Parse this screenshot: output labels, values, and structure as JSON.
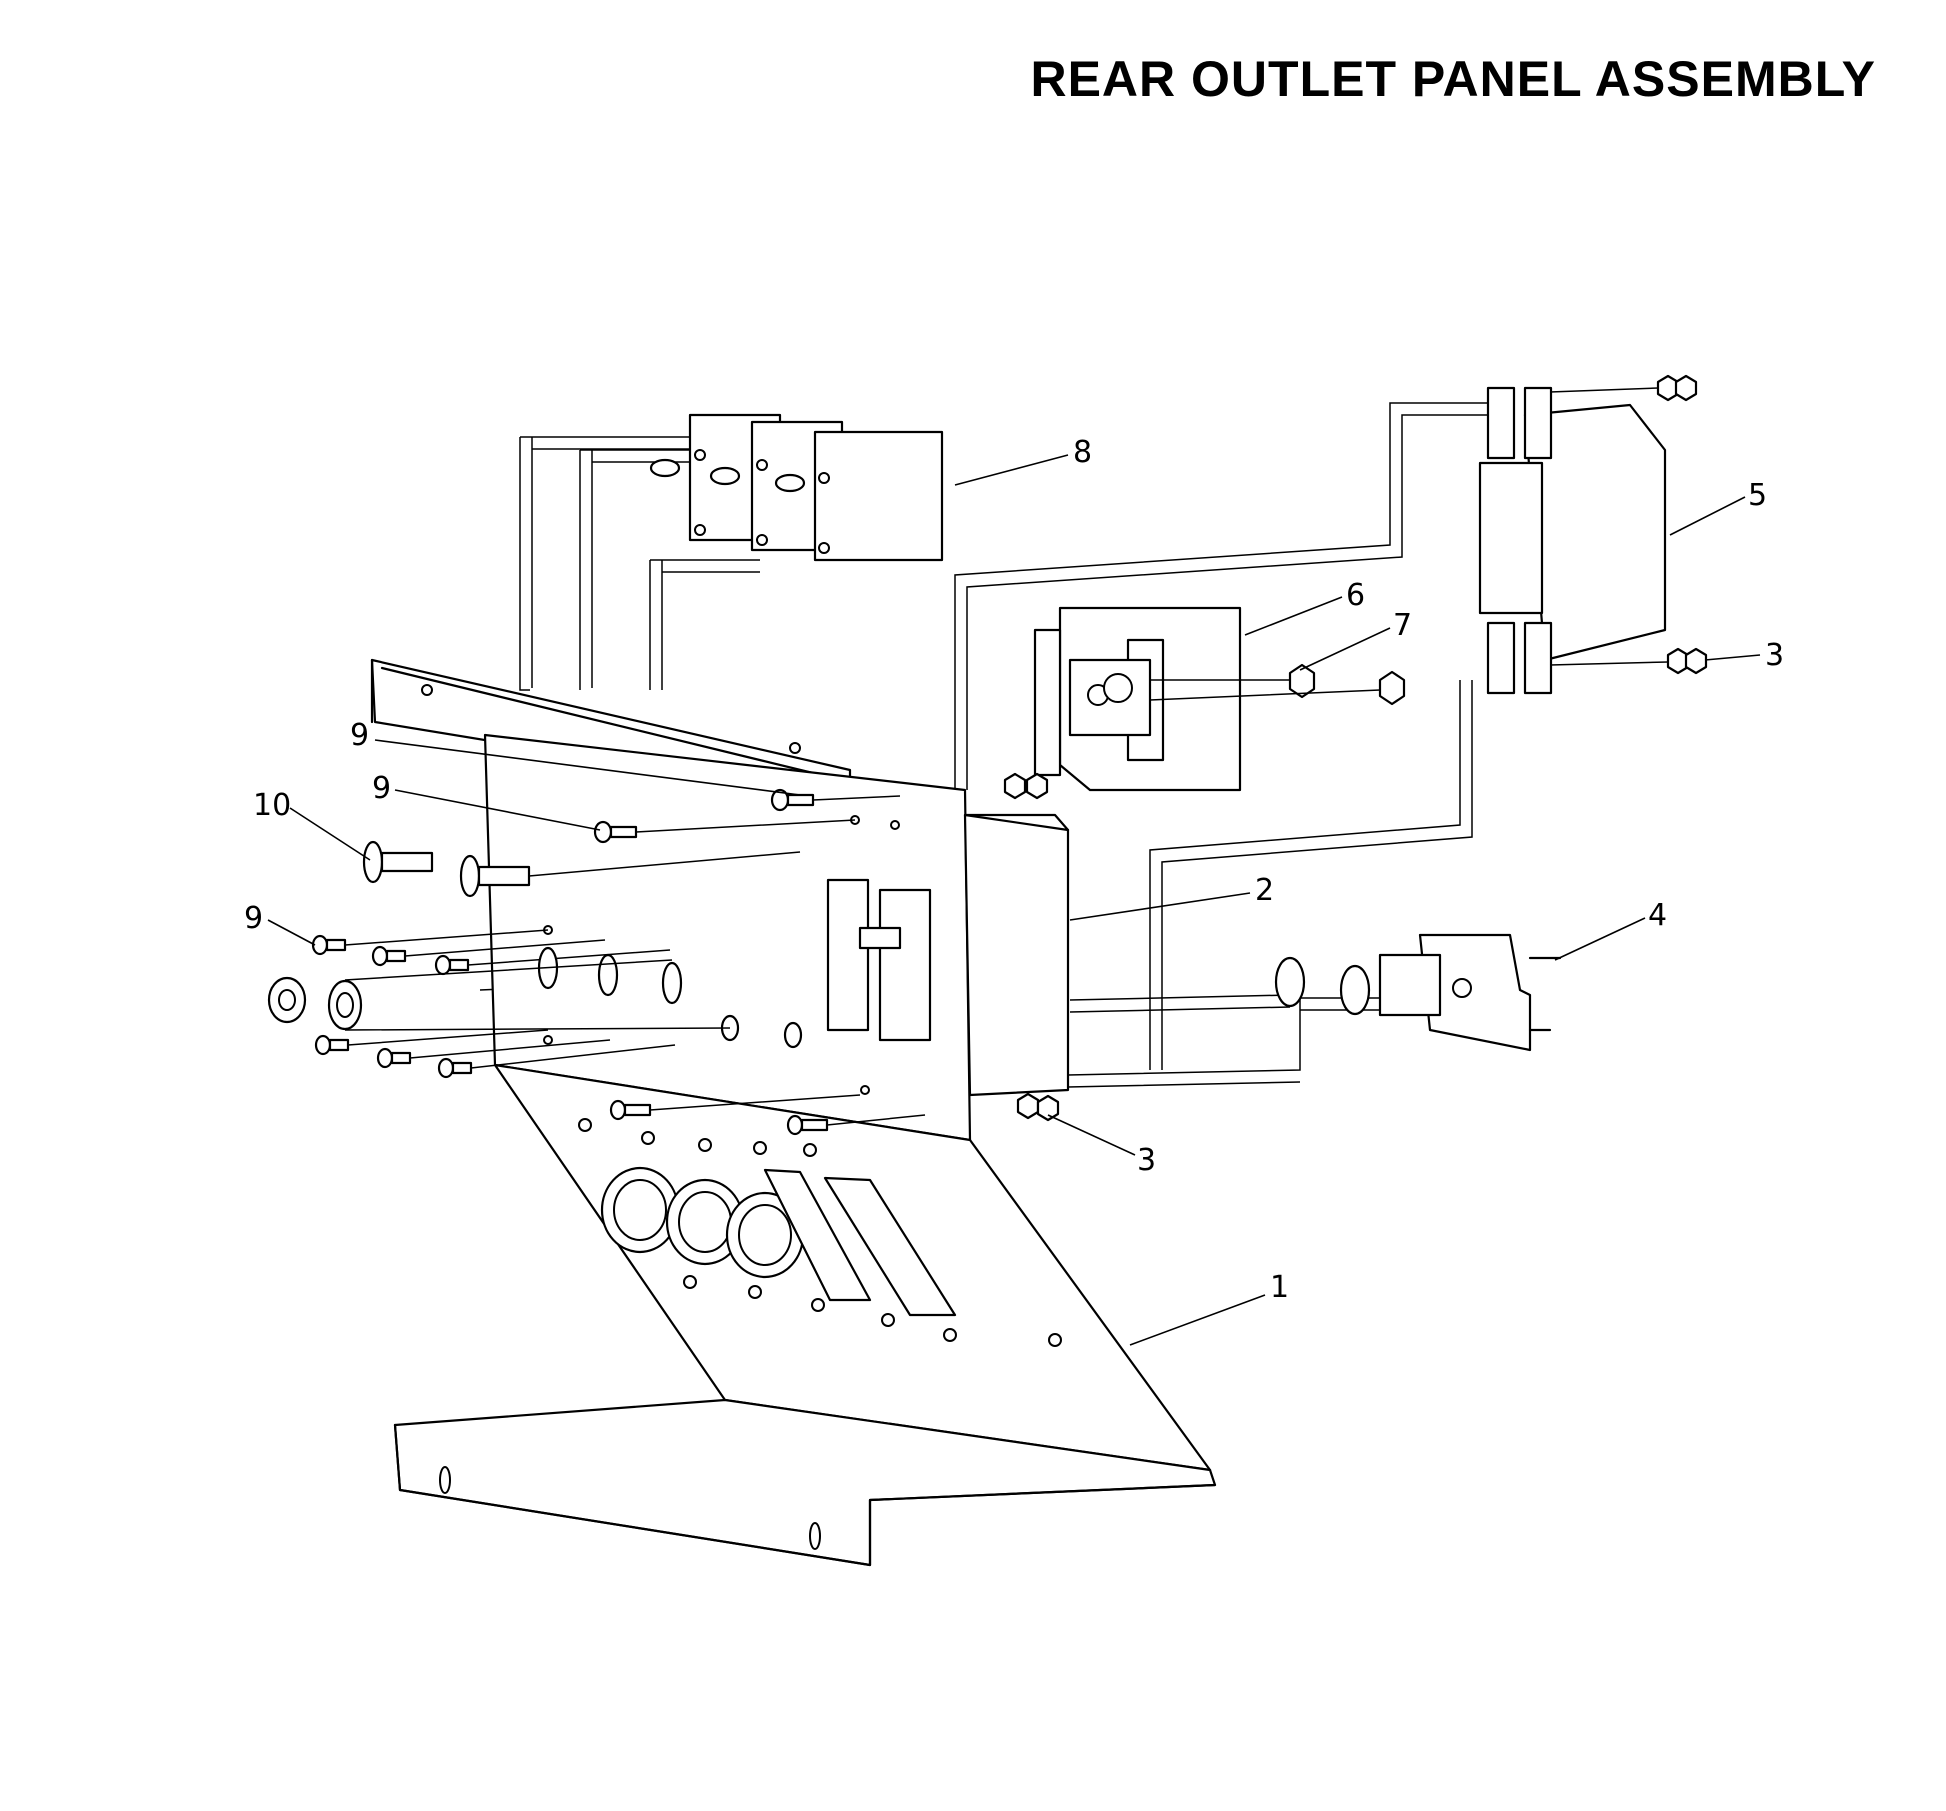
{
  "title": "REAR OUTLET PANEL ASSEMBLY",
  "callouts": {
    "c1": "1",
    "c2": "2",
    "c3a": "3",
    "c3b": "3",
    "c4": "4",
    "c5": "5",
    "c6": "6",
    "c7": "7",
    "c8": "8",
    "c9a": "9",
    "c9b": "9",
    "c9c": "9",
    "c10": "10"
  }
}
